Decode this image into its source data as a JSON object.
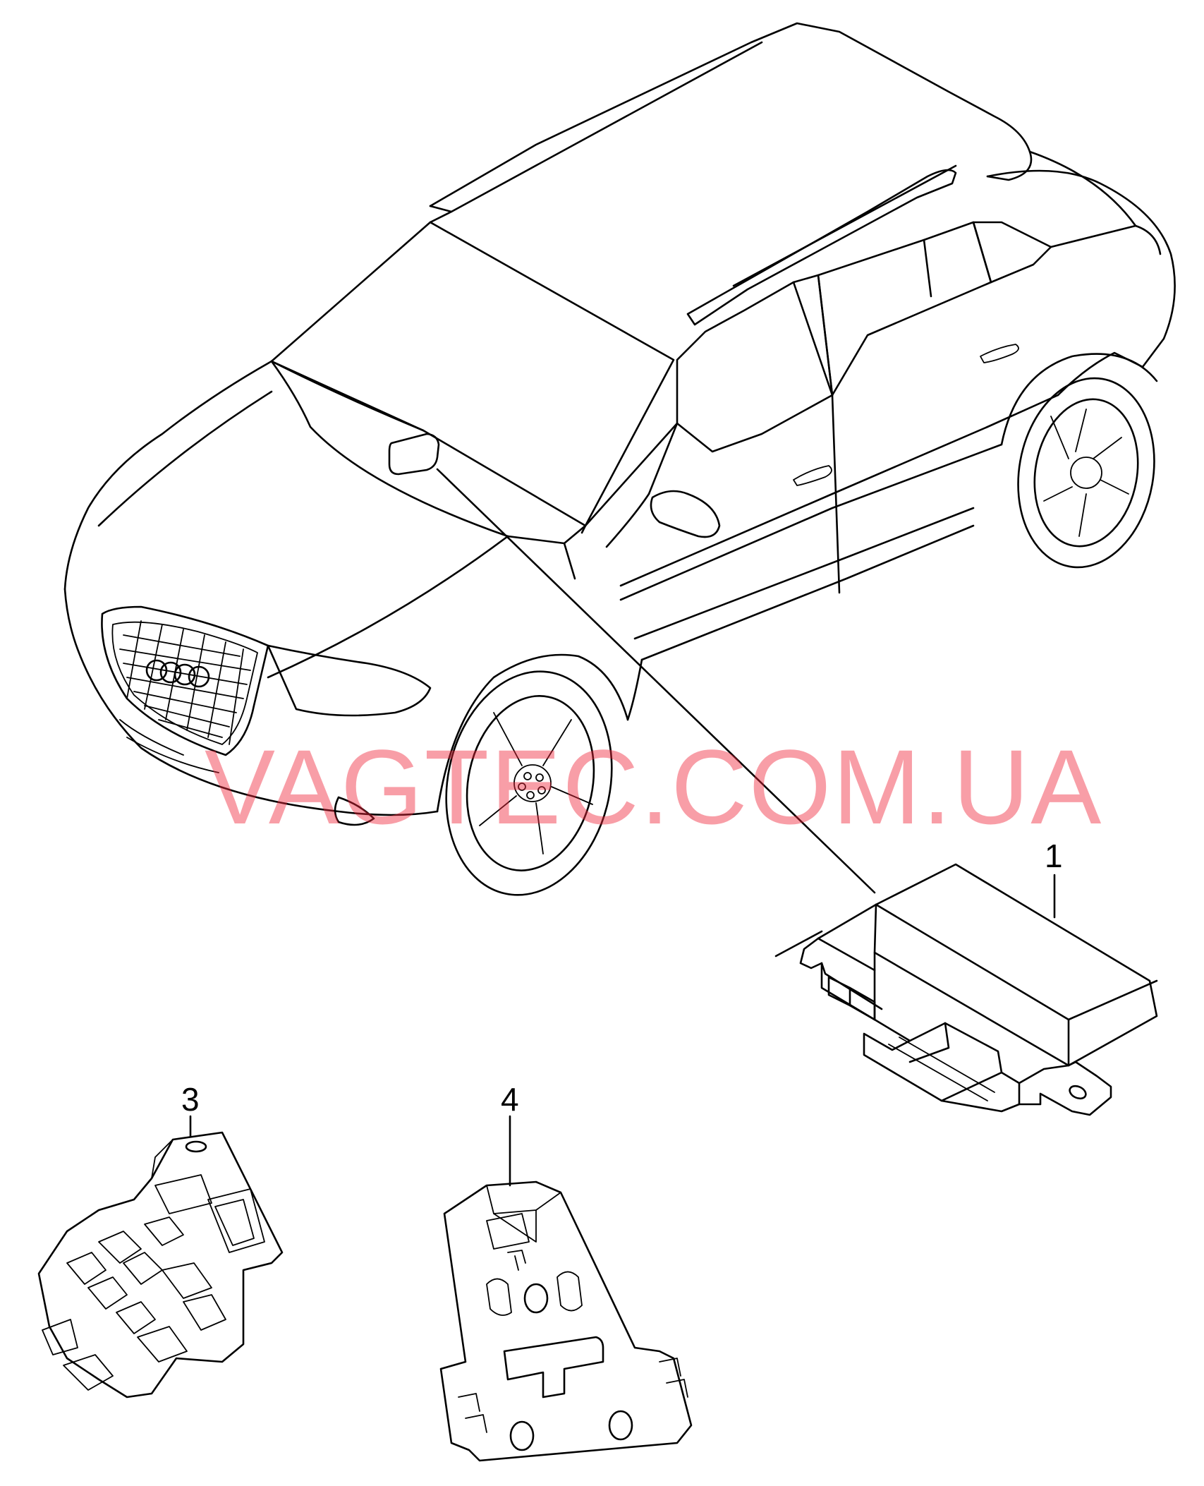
{
  "callouts": [
    {
      "id": "1",
      "label": "1"
    },
    {
      "id": "3",
      "label": "3"
    },
    {
      "id": "4",
      "label": "4"
    }
  ],
  "watermark": "VAGTEC.COM.UA",
  "colors": {
    "line": "#000000",
    "watermark": "#f0283c",
    "background": "#ffffff"
  },
  "parts": [
    {
      "id": "1",
      "name": "control-unit"
    },
    {
      "id": "3",
      "name": "mounting-bracket"
    },
    {
      "id": "4",
      "name": "holder-plate"
    }
  ]
}
